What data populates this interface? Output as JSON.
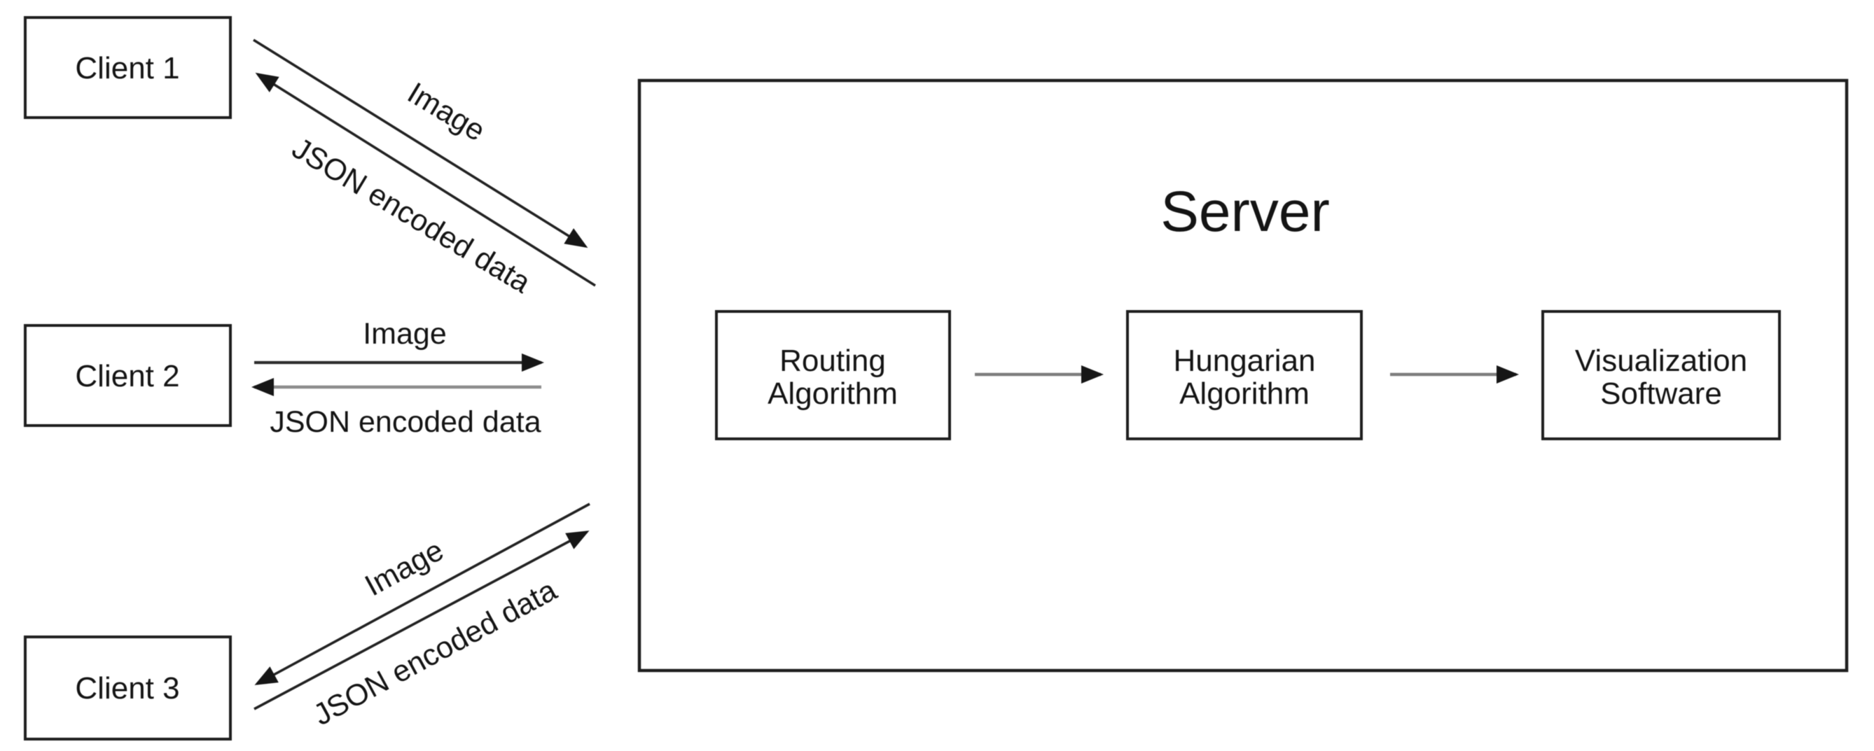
{
  "diagram": {
    "clients": [
      {
        "label": "Client 1",
        "arrows": [
          {
            "label": "Image",
            "points_to": "server"
          },
          {
            "label": "JSON encoded data",
            "points_to": "client"
          }
        ]
      },
      {
        "label": "Client 2",
        "arrows": [
          {
            "label": "Image",
            "points_to": "server"
          },
          {
            "label": "JSON encoded data",
            "points_to": "client"
          }
        ]
      },
      {
        "label": "Client 3",
        "arrows": [
          {
            "label": "Image",
            "points_to": "client"
          },
          {
            "label": "JSON encoded data",
            "points_to": "server"
          }
        ]
      }
    ],
    "server": {
      "title": "Server",
      "pipeline": [
        {
          "line1": "Routing",
          "line2": "Algorithm"
        },
        {
          "line1": "Hungarian",
          "line2": "Algorithm"
        },
        {
          "line1": "Visualization",
          "line2": "Software"
        }
      ]
    },
    "colors": {
      "ink": "#1f1f1f",
      "gray_line": "#8c8c8c",
      "background": "#ffffff"
    }
  }
}
